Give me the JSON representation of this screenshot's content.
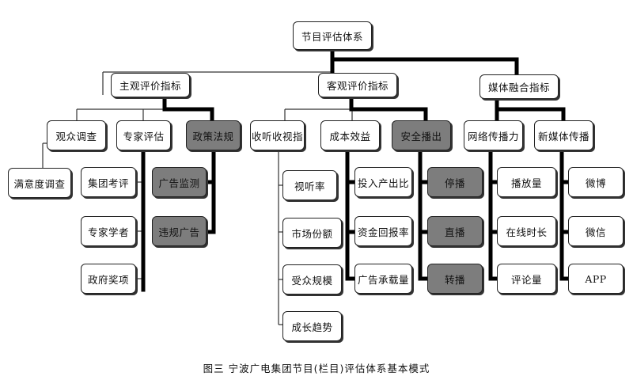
{
  "root": "节目评估体系",
  "caption": "图三 宁波广电集团节目(栏目)评估体系基本模式",
  "level1": {
    "subjective": "主观评价指标",
    "objective": "客观评价指标",
    "media": "媒体融合指标"
  },
  "level2": {
    "audience_survey": "观众调查",
    "expert_eval": "专家评估",
    "policy": "政策法规",
    "ratings": "收听收视指",
    "cost_benefit": "成本效益",
    "safety": "安全播出",
    "network_spread": "网络传播力",
    "new_media": "新媒体传播"
  },
  "level3": {
    "satisfaction_survey": "满意度调查",
    "group_assessment": "集团考评",
    "experts_scholars": "专家学者",
    "gov_awards": "政府奖项",
    "ad_monitoring": "广告监测",
    "illegal_ads": "违规广告",
    "viewing_rate": "视听率",
    "market_share": "市场份额",
    "audience_size": "受众规模",
    "growth_trend": "成长趋势",
    "input_output": "投入产出比",
    "fund_return": "资金回报率",
    "ad_load": "广告承载量",
    "broadcast_stop": "停播",
    "live_broadcast": "直播",
    "rebroadcast": "转播",
    "play_count": "播放量",
    "online_duration": "在线时长",
    "comment_count": "评论量",
    "weibo": "微博",
    "wechat": "微信",
    "app": "APP"
  },
  "highlight_color": "#7d7d7d"
}
